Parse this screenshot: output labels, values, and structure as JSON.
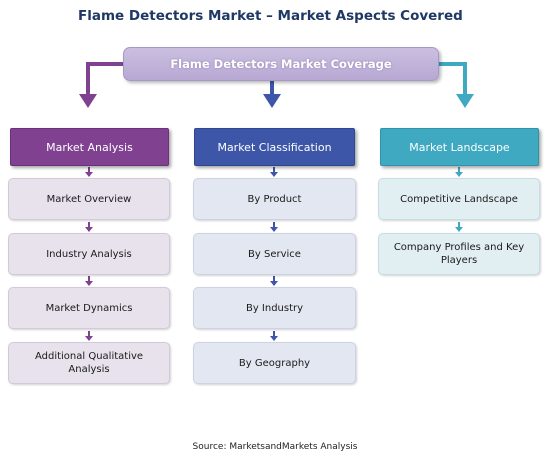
{
  "title": "Flame Detectors Market  – Market Aspects Covered",
  "coverage": "Flame Detectors Market Coverage",
  "columns": [
    {
      "header": "Market Analysis",
      "items": [
        "Market Overview",
        "Industry Analysis",
        "Market Dynamics",
        "Additional Qualitative Analysis"
      ]
    },
    {
      "header": "Market Classification",
      "items": [
        "By Product",
        "By Service",
        "By Industry",
        "By Geography"
      ]
    },
    {
      "header": "Market Landscape",
      "items": [
        "Competitive Landscape",
        "Company Profiles and Key Players"
      ]
    }
  ],
  "source": "Source: MarketsandMarkets Analysis",
  "colors": {
    "purple": "#7f4190",
    "blue": "#3d56a8",
    "teal": "#3fa9c1",
    "coverage": "#b7a8d3",
    "title": "#1f3864"
  }
}
